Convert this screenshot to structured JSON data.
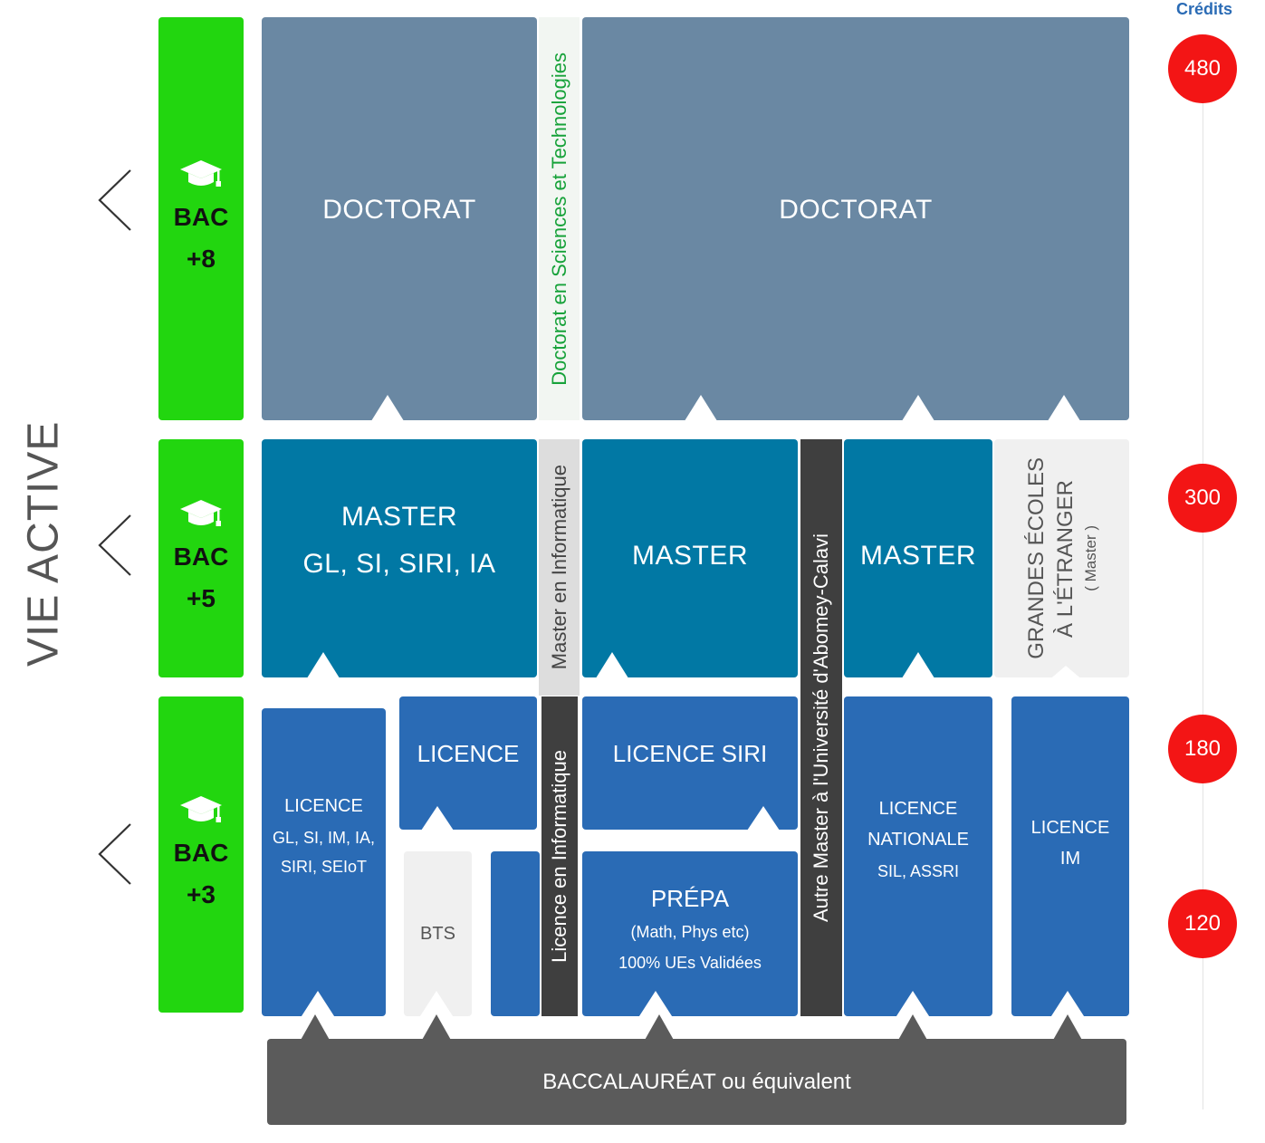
{
  "side_label": "VIE ACTIVE",
  "levels": [
    {
      "line1": "BAC",
      "line2": "+8",
      "icon": "graduation-cap-icon"
    },
    {
      "line1": "BAC",
      "line2": "+5",
      "icon": "graduation-cap-icon"
    },
    {
      "line1": "BAC",
      "line2": "+3",
      "icon": "graduation-cap-icon"
    }
  ],
  "credits": {
    "title": "Crédits",
    "values": [
      "480",
      "300",
      "180",
      "120"
    ]
  },
  "blocks": {
    "doctorat_left": "DOCTORAT",
    "doctorat_right": "DOCTORAT",
    "doctorat_sciences": "Doctorat en Sciences et Technologies",
    "master_left_title": "MASTER",
    "master_left_sub": "GL, SI, SIRI, IA",
    "master_info": "Master en Informatique",
    "master_mid": "MASTER",
    "autre_master": "Autre Master à l'Université d'Abomey-Calavi",
    "master_right": "MASTER",
    "grandes_ecoles_1": "GRANDES ÉCOLES",
    "grandes_ecoles_2": "À L'ÉTRANGER",
    "grandes_ecoles_3": "( Master )",
    "licence_left_title": "LICENCE",
    "licence_left_sub1": "GL, SI, IM, IA,",
    "licence_left_sub2": "SIRI, SEIoT",
    "licence_mid": "LICENCE",
    "bts": "BTS",
    "licence_info": "Licence en Informatique",
    "licence_siri": "LICENCE SIRI",
    "prepa_title": "PRÉPA",
    "prepa_sub1": "(Math, Phys etc)",
    "prepa_sub2": "100% UEs Validées",
    "licence_nat_1": "LICENCE",
    "licence_nat_2": "NATIONALE",
    "licence_nat_3": "SIL, ASSRI",
    "licence_im_1": "LICENCE",
    "licence_im_2": "IM",
    "bac": "BACCALAURÉAT ou équivalent"
  },
  "colors": {
    "bac_level": "#22d60f",
    "doctorat": "#6a88a3",
    "master": "#0178a4",
    "licence": "#2a6bb5",
    "neutral": "#f0f0f0",
    "dark": "#3f3f3f",
    "bac_base": "#5b5b5b",
    "credit": "#f31515",
    "sciences_text": "#17a23a",
    "credits_title": "#2a6bb5"
  }
}
